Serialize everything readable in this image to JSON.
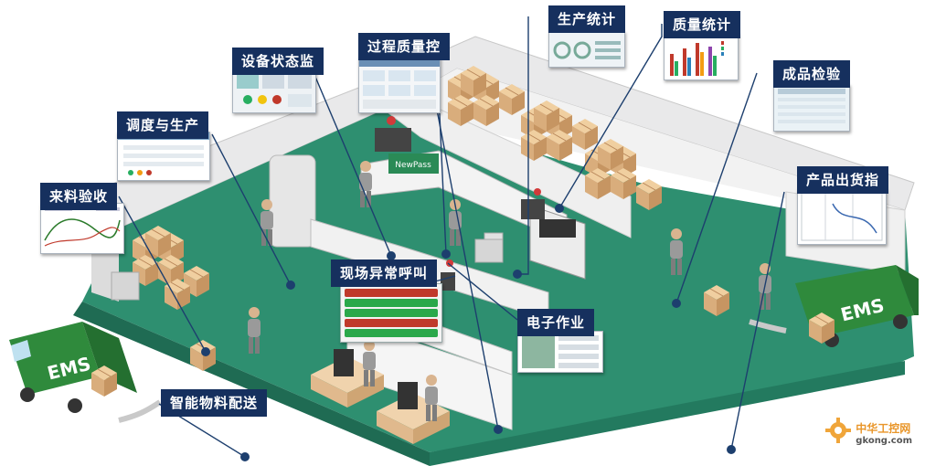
{
  "labels": {
    "shengchan_tongji": "生产统计",
    "zhiliang_tongji": "质量统计",
    "guocheng_zhiliang": "过程质量控",
    "shebei_zhuangtai": "设备状态监",
    "chengpin_jianyan": "成品检验",
    "diaodu_shengchan": "调度与生产",
    "laoliao_yanshou": "来料验收",
    "chanpin_chuhuo": "产品出货指",
    "xianchang_hujiao": "现场异常呼叫",
    "dianzi_zuoye": "电子作业",
    "zhineng_wuliao": "智能物料配送"
  },
  "trucks": {
    "left_text": "EMS",
    "right_text": "EMS"
  },
  "machine_brand": "NewPass",
  "watermark": {
    "cn": "中华工控网",
    "en": "gkong.com"
  },
  "colors": {
    "label_bg": "#16305e",
    "floor": "#2e8f70",
    "wall": "#e8e8e8",
    "truck": "#2f8a3c",
    "box": "#d9ad7c"
  }
}
